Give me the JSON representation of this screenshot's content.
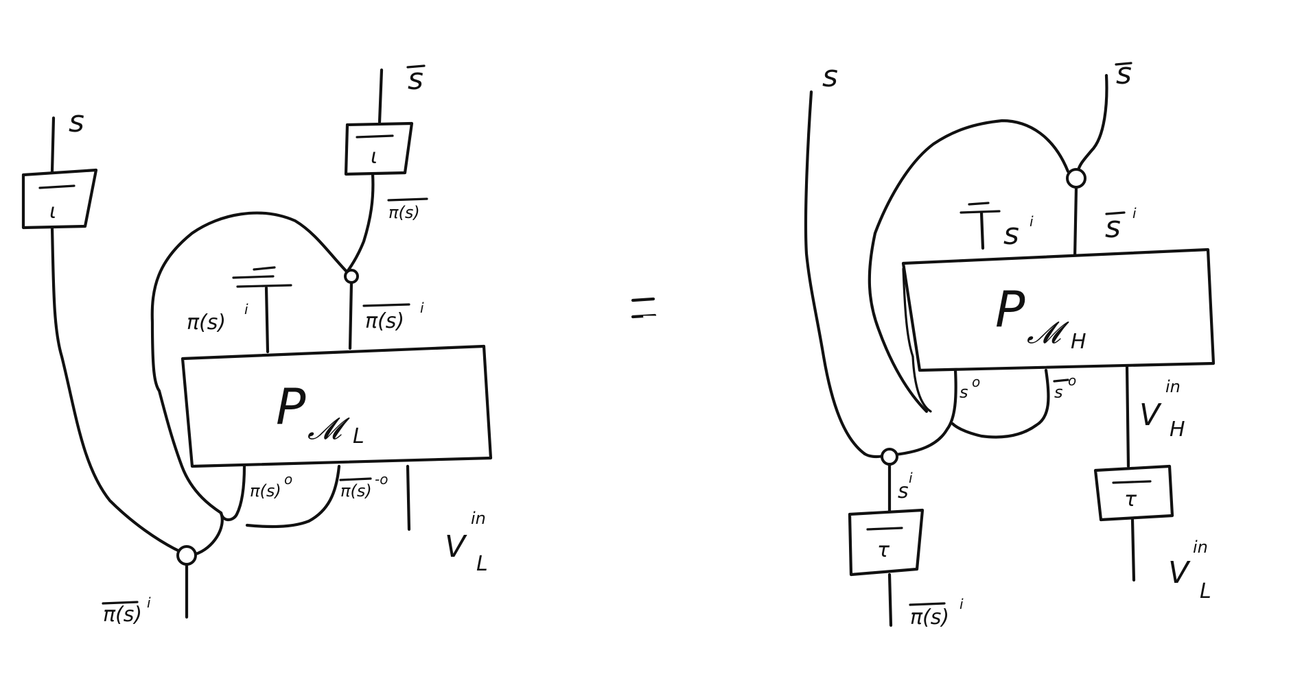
{
  "equation": {
    "equals_sign": "="
  },
  "left_diagram": {
    "projector_label": "P",
    "projector_subscript": "𝓜",
    "projector_sub_sub": "L",
    "box_s_label": "ι",
    "box_sbar_label": "ι",
    "wire_s": "s",
    "wire_sbar": "s",
    "label_pi_s_in": "π(s)",
    "label_pi_s_in_sup": "i",
    "label_pi_s_bar_out": "π(s)",
    "label_pi_s_bar_in": "π(s)",
    "label_pi_s_bar_in_sup": "i",
    "label_pi_s_out": "π(s)",
    "label_pi_s_out_sup": "o",
    "label_pi_s_bar_o": "π(s)",
    "label_pi_s_bar_o_sup": "-o",
    "label_bottom": "π(s)",
    "label_bottom_sup": "i",
    "label_v": "V",
    "label_v_sup": "in",
    "label_v_sub": "L"
  },
  "right_diagram": {
    "projector_label": "P",
    "projector_subscript": "𝓜",
    "projector_sub_sub": "H",
    "wire_s": "s",
    "wire_sbar": "s",
    "label_si_a": "s",
    "label_si_a_sup": "i",
    "label_sbar_i": "s",
    "label_sbar_i_sup": "i",
    "label_so": "s",
    "label_so_sup": "o",
    "label_sbar_o": "s",
    "label_sbar_o_sup": "o",
    "label_vh": "V",
    "label_vh_sup": "in",
    "label_vh_sub": "H",
    "label_si_b": "s",
    "label_si_b_sup": "i",
    "box_tau_left": "τ",
    "box_tau_right": "τ",
    "label_bottom": "π(s)",
    "label_bottom_sup": "i",
    "label_v": "V",
    "label_v_sup": "in",
    "label_v_sub": "L"
  }
}
